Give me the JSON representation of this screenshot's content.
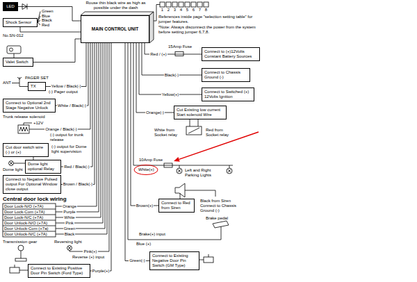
{
  "diagram": {
    "nodes": [
      {
        "text": [
          "LED"
        ]
      },
      {
        "text": [
          "MAIN CONTROL UNIT"
        ]
      },
      {
        "text": [
          "Shock Sensor"
        ]
      },
      {
        "text": [
          "Valet Switch"
        ]
      },
      {
        "text": [
          "Connect to (+)12Volts Constant Battery Sources"
        ]
      },
      {
        "text": [
          "Connect to Chassis Ground (-)"
        ]
      },
      {
        "text": [
          "TX"
        ]
      },
      {
        "text": [
          "Connect to Switched (+) 12Volts Ignition"
        ]
      },
      {
        "text": [
          "Connect to Optional 2nd Stage Negative Unlock"
        ]
      },
      {
        "text": [
          "Cut Existing low current Start solenoid Wire"
        ]
      },
      {
        "text": [
          "Cut door switch wire (-) or (+)"
        ]
      },
      {
        "text": [
          "Dome light optional Relay"
        ]
      },
      {
        "text": [
          "Connect to Negative Pulsed output For Optional Window close output"
        ]
      },
      {
        "text": [
          "Connect to Red from Siren"
        ]
      },
      {
        "text": [
          "Connect to Existing Negative Door Pin Switch (GM Type)"
        ]
      },
      {
        "text": [
          "Connect to Existing Positive Door Pin Switch (Ford Type)"
        ]
      }
    ],
    "edges": [
      {
        "from": 0,
        "to": 1,
        "arrow": "none"
      },
      {
        "from": 2,
        "to": 1,
        "arrow": "none"
      },
      {
        "from": 3,
        "to": 1,
        "arrow": "none"
      },
      {
        "from": 1,
        "to": 4,
        "label": "Red / (+)",
        "arrow": "none"
      },
      {
        "from": 1,
        "to": 5,
        "label": "Black(-)",
        "arrow": "none"
      },
      {
        "from": 1,
        "to": 6,
        "label": "Yellow / Black(-)",
        "arrow": "none"
      },
      {
        "from": 1,
        "to": 7,
        "label": "Yellow(+)",
        "arrow": "none"
      },
      {
        "from": 1,
        "to": 8,
        "label": "White / Black(-)",
        "arrow": "none"
      },
      {
        "from": 1,
        "to": 9,
        "label": "Orange(-)",
        "arrow": "none"
      },
      {
        "from": 1,
        "to": 11,
        "label": "Red / Black(-)",
        "arrow": "none"
      },
      {
        "from": 11,
        "to": 10,
        "arrow": "none"
      },
      {
        "from": 1,
        "to": 12,
        "label": "Brown / Black(-)",
        "arrow": "none"
      },
      {
        "from": 1,
        "to": 13,
        "label": "Brown(+)",
        "arrow": "none"
      },
      {
        "from": 1,
        "to": 14,
        "label": "Green(-)",
        "arrow": "none"
      },
      {
        "from": 1,
        "to": 15,
        "label": "Purple(+)",
        "arrow": "none"
      }
    ],
    "labels": [
      "Rouse thin black wire as high as possible under the dash",
      "1",
      "2",
      "3",
      "4",
      "5",
      "6",
      "7",
      "8",
      "References inside page \"selection setting table\" for jumper features.",
      "*Note: Always disconnect the power from the system before setting jumper 6,7,8.",
      "Green",
      "Blue",
      "Black",
      "Red",
      "No.SN-012",
      "15Amp Fuse",
      "PAGER SET",
      "ANT",
      "(-) Pager output",
      "Trunk release solenoid",
      "+12V",
      "Orange / Black(-)",
      "(-) output for trunk release",
      "White from Socket relay",
      "Red from Socket relay",
      "(-) output for Dome light supervision",
      "10Amp Fuse",
      "Dome light",
      "White(+)",
      "Left and Right Parking Lights",
      "Central door lock wiring",
      "Orange",
      "Purple",
      "White",
      "Pink",
      "Green",
      "Black",
      "Door Lock-N/O (+7A)",
      "Door Lock-Com (+7A)",
      "Door Lock-N/C (+7A)",
      "Door Unlock-N/O (+7A)",
      "Door Unlock-Com (+7a)",
      "Door Unlock-N/C (+7A)",
      "Black from Siren Connect to Chassis Ground (-)",
      "Brake pedal",
      "Brake(+) input",
      "Transmission gear",
      "Reversing light",
      "Blue (+)",
      "Pink(+)",
      "Reverse (+) input"
    ]
  }
}
